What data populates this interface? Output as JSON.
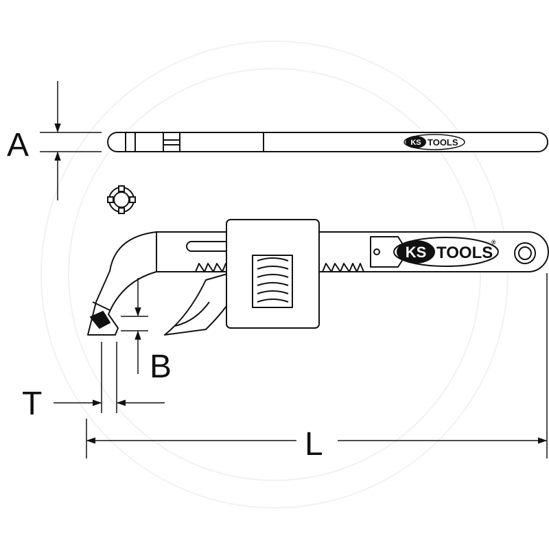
{
  "dimensions": {
    "a": "A",
    "b": "B",
    "t": "T",
    "l": "L"
  },
  "brand": {
    "ks": "KS",
    "tools": "TOOLS",
    "registered": "®"
  },
  "colors": {
    "line": "#111111",
    "watermark": "#f1f1f1",
    "logo_fill": "#111111",
    "logo_text": "#ffffff"
  }
}
